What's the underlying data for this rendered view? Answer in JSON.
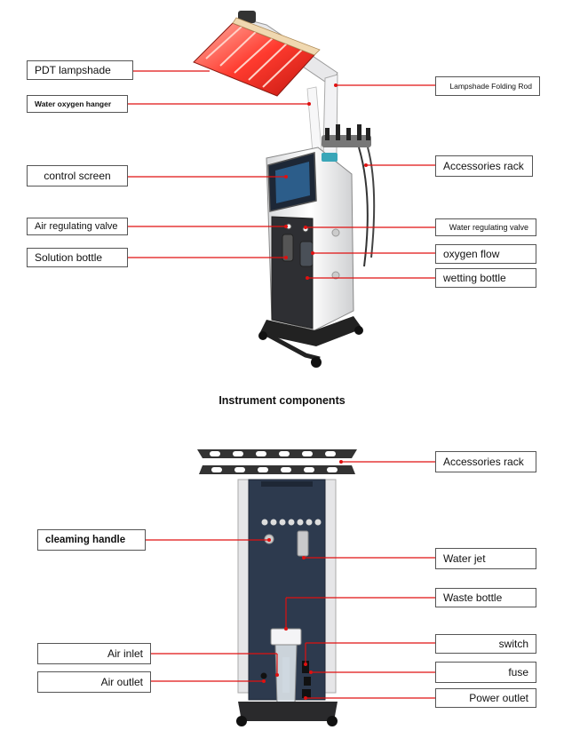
{
  "top_figure": {
    "labels": {
      "pdt_lampshade": "PDT lampshade",
      "water_oxygen_hanger": "Water oxygen hanger",
      "control_screen": "control screen",
      "air_regulating_valve": "Air regulating valve",
      "solution_bottle": "Solution bottle",
      "lampshade_folding_rod": "Lampshade Folding Rod",
      "accessories_rack": "Accessories rack",
      "water_regulating_valve": "Water regulating valve",
      "oxygen_flow": "oxygen flow",
      "wetting_bottle": "wetting bottle"
    },
    "caption": "Instrument components"
  },
  "bottom_figure": {
    "labels": {
      "accessories_rack": "Accessories rack",
      "cleaming_handle": "cleaming handle",
      "water_jet": "Water jet",
      "waste_bottle": "Waste bottle",
      "air_inlet": "Air inlet",
      "air_outlet": "Air outlet",
      "switch": "switch",
      "fuse": "fuse",
      "power_outlet": "Power outlet"
    }
  },
  "colors": {
    "callout_line": "#e01010",
    "lamp_glow": "#ff3b2f",
    "panel": "#2d3a4e"
  }
}
